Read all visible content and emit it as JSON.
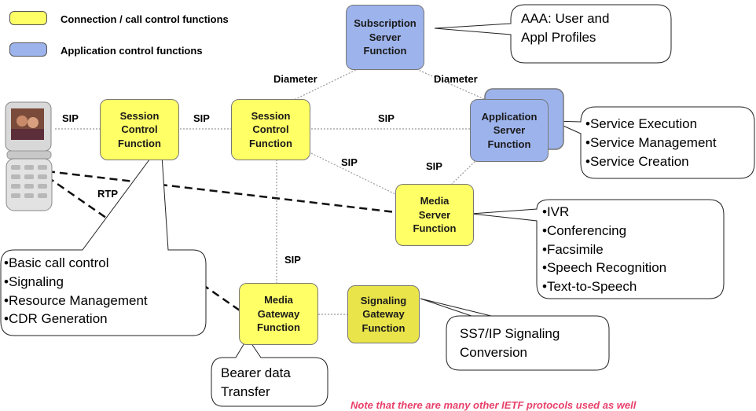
{
  "legend": {
    "items": [
      {
        "label": "Connection / call control functions",
        "color": "#ffff66"
      },
      {
        "label": "Application control functions",
        "color": "#9db3ec"
      }
    ]
  },
  "boxes": {
    "subscription_server": "Subscription\nServer\nFunction",
    "session_control_1": "Session\nControl\nFunction",
    "session_control_2": "Session\nControl\nFunction",
    "application_server": "Application\nServer\nFunction",
    "media_server": "Media\nServer\nFunction",
    "media_gateway": "Media\nGateway\nFunction",
    "signaling_gateway": "Signaling\nGateway\nFunction"
  },
  "connection_labels": {
    "sip_phone": "SIP",
    "sip_scf_scf": "SIP",
    "sip_scf_as": "SIP",
    "sip_scf_ms": "SIP",
    "sip_as_ms": "SIP",
    "sip_scf_mgw": "SIP",
    "rtp": "RTP",
    "diameter_left": "Diameter",
    "diameter_right": "Diameter"
  },
  "callouts": {
    "aaa": "AAA: User and\nAppl Profiles",
    "app_services": "•Service Execution\n•Service Management\n•Service Creation",
    "media_services": "•IVR\n•Conferencing\n•Facsimile\n•Speech Recognition\n•Text-to-Speech",
    "session_functions": "•Basic call control\n•Signaling\n•Resource Management\n•CDR Generation",
    "ss7": "SS7/IP Signaling\nConversion",
    "bearer": "Bearer data\nTransfer"
  },
  "note": "Note that there are many other IETF protocols used as well",
  "icons": {
    "phone": "mobile-phone-icon"
  }
}
